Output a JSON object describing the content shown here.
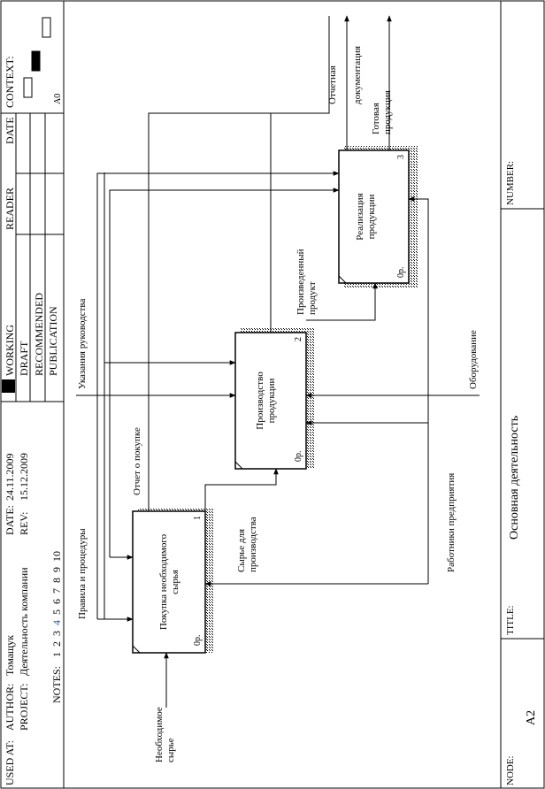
{
  "header": {
    "used_at_label": "USED AT:",
    "author_label": "AUTHOR:",
    "author": "Томащук",
    "project_label": "PROJECT:",
    "project": "Деятельность компании",
    "date_label": "DATE:",
    "date": "24.11.2009",
    "rev_label": "REV:",
    "rev": "15.12.2009",
    "notes_label": "NOTES:",
    "notes_numbers": [
      "1",
      "2",
      "3",
      "4",
      "5",
      "6",
      "7",
      "8",
      "9",
      "10"
    ],
    "status": [
      "WORKING",
      "DRAFT",
      "RECOMMENDED",
      "PUBLICATION"
    ],
    "reader_label": "READER",
    "date_col_label": "DATE",
    "context_label": "CONTEXT:",
    "context_node": "A0"
  },
  "footer": {
    "node_label": "NODE:",
    "node": "A2",
    "title_label": "TITLE:",
    "title": "Основная деятельность",
    "number_label": "NUMBER:"
  },
  "boxes": [
    {
      "label_line1": "Покупка необходимого",
      "label_line2": "сырья",
      "number": "1",
      "cost": "0р."
    },
    {
      "label_line1": "Производство",
      "label_line2": "продукции",
      "number": "2",
      "cost": "0р."
    },
    {
      "label_line1": "Реализация",
      "label_line2": "продукции",
      "number": "3",
      "cost": "0р."
    }
  ],
  "arrows": {
    "input_raw": [
      "Необходимое",
      "сырье"
    ],
    "rules": "Правила и процедуры",
    "purchase_report": "Отчет о покупке",
    "raw_for_production": [
      "Сырье для",
      "производства"
    ],
    "management": "Указания руководства",
    "staff": "Работники предприятия",
    "equipment": "Оборудование",
    "product": [
      "Произведенный",
      "продукт"
    ],
    "report_docs": [
      "Отчетная",
      "документация"
    ],
    "finished": [
      "Готовая",
      "продукция"
    ]
  }
}
